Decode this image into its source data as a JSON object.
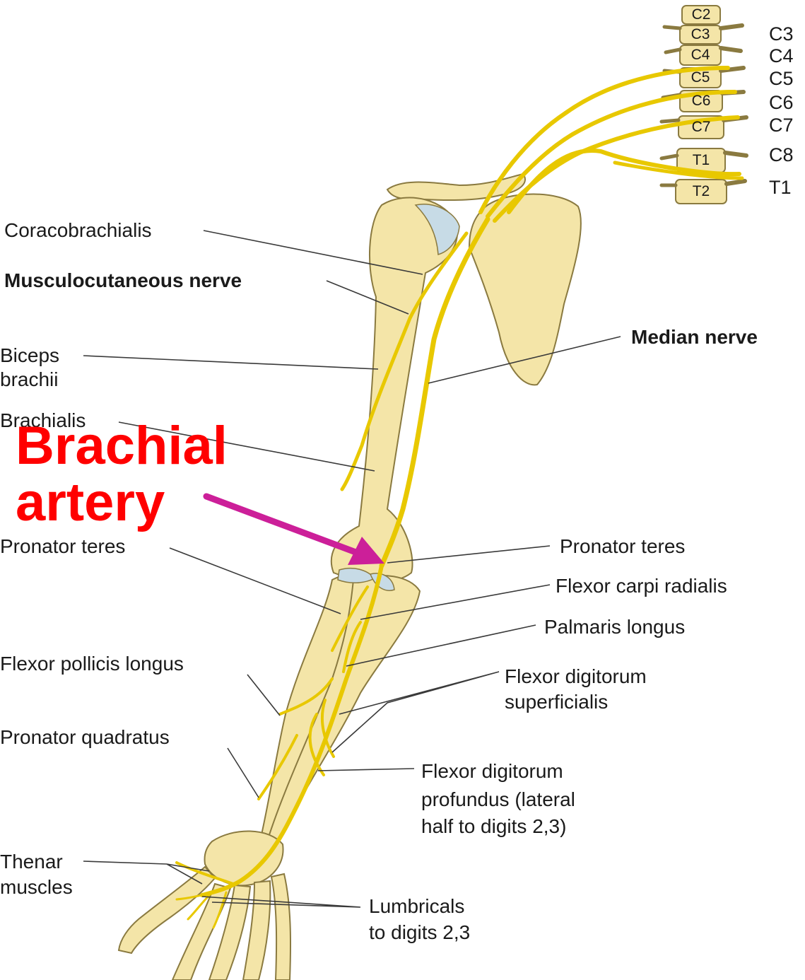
{
  "highlight": {
    "text_line1": "Brachial",
    "text_line2": "artery",
    "text_color": "#ff0000",
    "arrow_color": "#cc1f99"
  },
  "colors": {
    "nerve": "#e8c800",
    "bone": "#f4e5a8",
    "bone_outline": "#8a7a40",
    "cartilage": "#c7dbe6"
  },
  "vertebrae": [
    "C2",
    "C3",
    "C4",
    "C5",
    "C6",
    "C7",
    "T1",
    "T2"
  ],
  "spinal_nerves": [
    "C3",
    "C4",
    "C5",
    "C6",
    "C7",
    "C8",
    "T1"
  ],
  "labels_left": {
    "coracobrachialis": "Coracobrachialis",
    "musculocutaneous": "Musculocutaneous nerve",
    "biceps_1": "Biceps",
    "biceps_2": "brachii",
    "brachialis": "Brachialis",
    "pronator_teres": "Pronator teres",
    "flexor_pollicis": "Flexor pollicis longus",
    "pronator_quadratus": "Pronator quadratus",
    "thenar_1": "Thenar",
    "thenar_2": "muscles"
  },
  "labels_right": {
    "median_nerve": "Median nerve",
    "pronator_teres": "Pronator teres",
    "flexor_carpi": "Flexor carpi radialis",
    "palmaris": "Palmaris longus",
    "fds_1": "Flexor digitorum",
    "fds_2": "superficialis",
    "fdp_1": "Flexor digitorum",
    "fdp_2": "profundus (lateral",
    "fdp_3": "half to digits 2,3)",
    "lumbricals_1": "Lumbricals",
    "lumbricals_2": "to digits 2,3"
  }
}
